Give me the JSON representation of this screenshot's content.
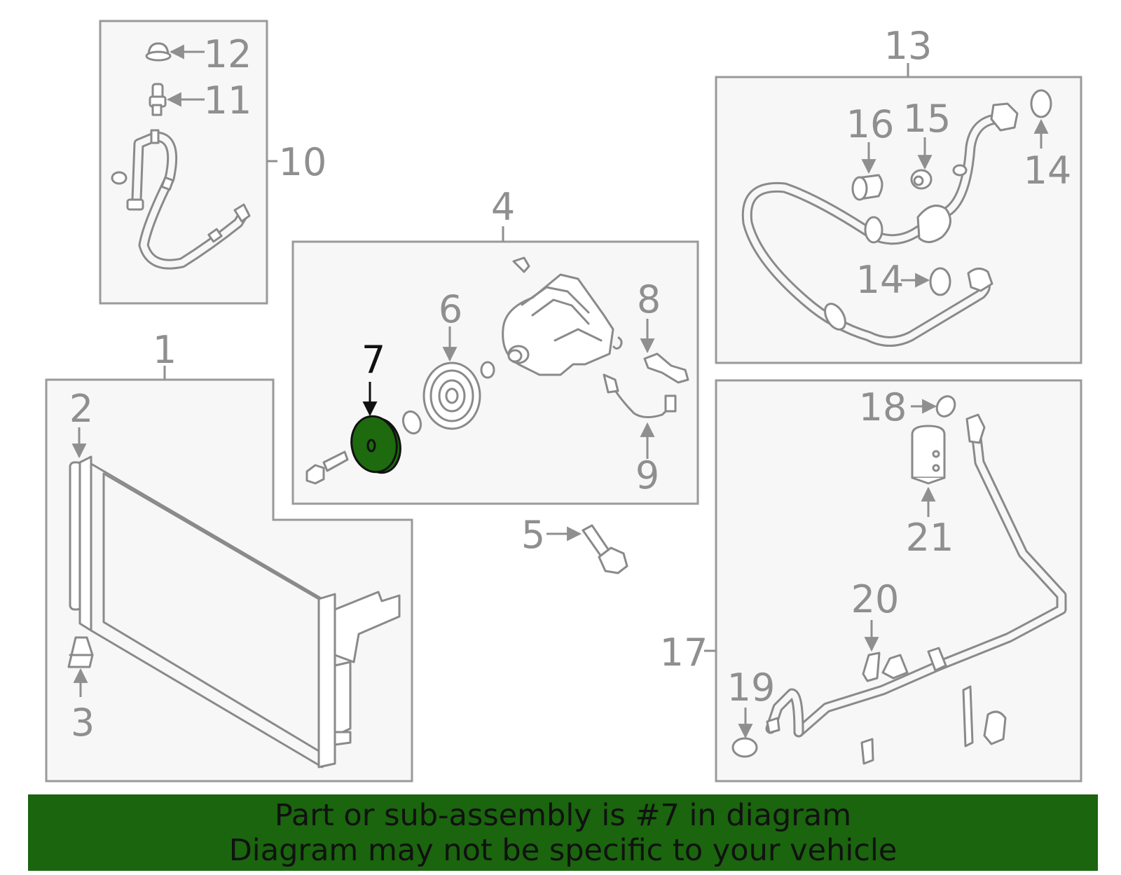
{
  "highlight": {
    "part_number": "7",
    "color": "#1a650e"
  },
  "callouts": [
    {
      "id": "c1",
      "text": "1"
    },
    {
      "id": "c2",
      "text": "2"
    },
    {
      "id": "c3",
      "text": "3"
    },
    {
      "id": "c4",
      "text": "4"
    },
    {
      "id": "c5",
      "text": "5"
    },
    {
      "id": "c6",
      "text": "6"
    },
    {
      "id": "c7",
      "text": "7"
    },
    {
      "id": "c8",
      "text": "8"
    },
    {
      "id": "c9",
      "text": "9"
    },
    {
      "id": "c10",
      "text": "10"
    },
    {
      "id": "c11",
      "text": "11"
    },
    {
      "id": "c12",
      "text": "12"
    },
    {
      "id": "c13",
      "text": "13"
    },
    {
      "id": "c14a",
      "text": "14"
    },
    {
      "id": "c14b",
      "text": "14"
    },
    {
      "id": "c15",
      "text": "15"
    },
    {
      "id": "c16",
      "text": "16"
    },
    {
      "id": "c17",
      "text": "17"
    },
    {
      "id": "c18",
      "text": "18"
    },
    {
      "id": "c19",
      "text": "19"
    },
    {
      "id": "c20",
      "text": "20"
    },
    {
      "id": "c21",
      "text": "21"
    }
  ],
  "banner": {
    "line1": "Part or sub-assembly is #7 in diagram",
    "line2": "Diagram may not be specific to your vehicle"
  }
}
